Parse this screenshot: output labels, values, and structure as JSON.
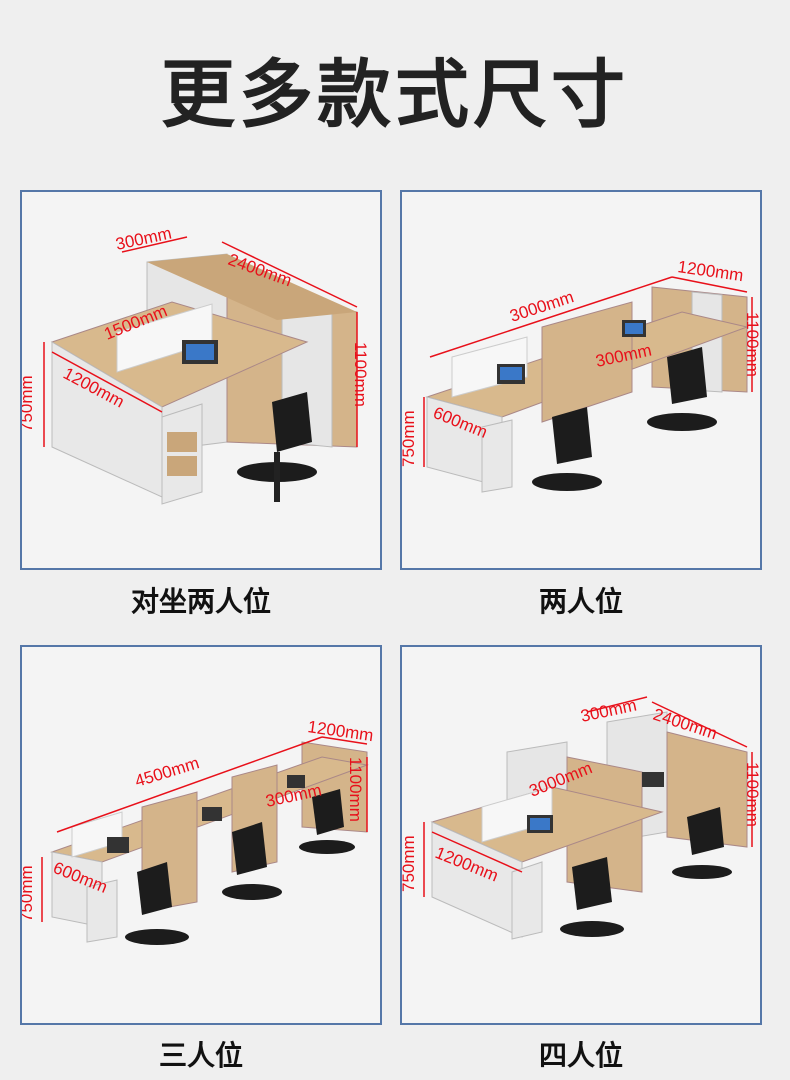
{
  "title": "更多款式尺寸",
  "panels": [
    {
      "caption": "对坐两人位",
      "dims": {
        "depth_top": "300mm",
        "width": "2400mm",
        "desk_depth": "1500mm",
        "height_cab": "1100mm",
        "height_desk": "750mm",
        "desk_width": "1200mm"
      }
    },
    {
      "caption": "两人位",
      "dims": {
        "cab_width": "1200mm",
        "width": "3000mm",
        "height_cab": "1100mm",
        "height_desk": "750mm",
        "desk_depth": "600mm",
        "depth_top": "300mm"
      }
    },
    {
      "caption": "三人位",
      "dims": {
        "cab_width": "1200mm",
        "width": "4500mm",
        "height_cab": "1100mm",
        "height_desk": "750mm",
        "desk_depth": "600mm",
        "depth_top": "300mm"
      }
    },
    {
      "caption": "四人位",
      "dims": {
        "depth_top": "300mm",
        "width": "2400mm",
        "desk_depth": "3000mm",
        "height_cab": "1100mm",
        "height_desk": "750mm",
        "desk_width": "1200mm"
      }
    }
  ],
  "colors": {
    "panel_border": "#5577a8",
    "dimension_red": "#e8101a",
    "wood": "#d4b48a",
    "cabinet_white": "#e6e6e6",
    "chair_black": "#1c1c1c"
  }
}
